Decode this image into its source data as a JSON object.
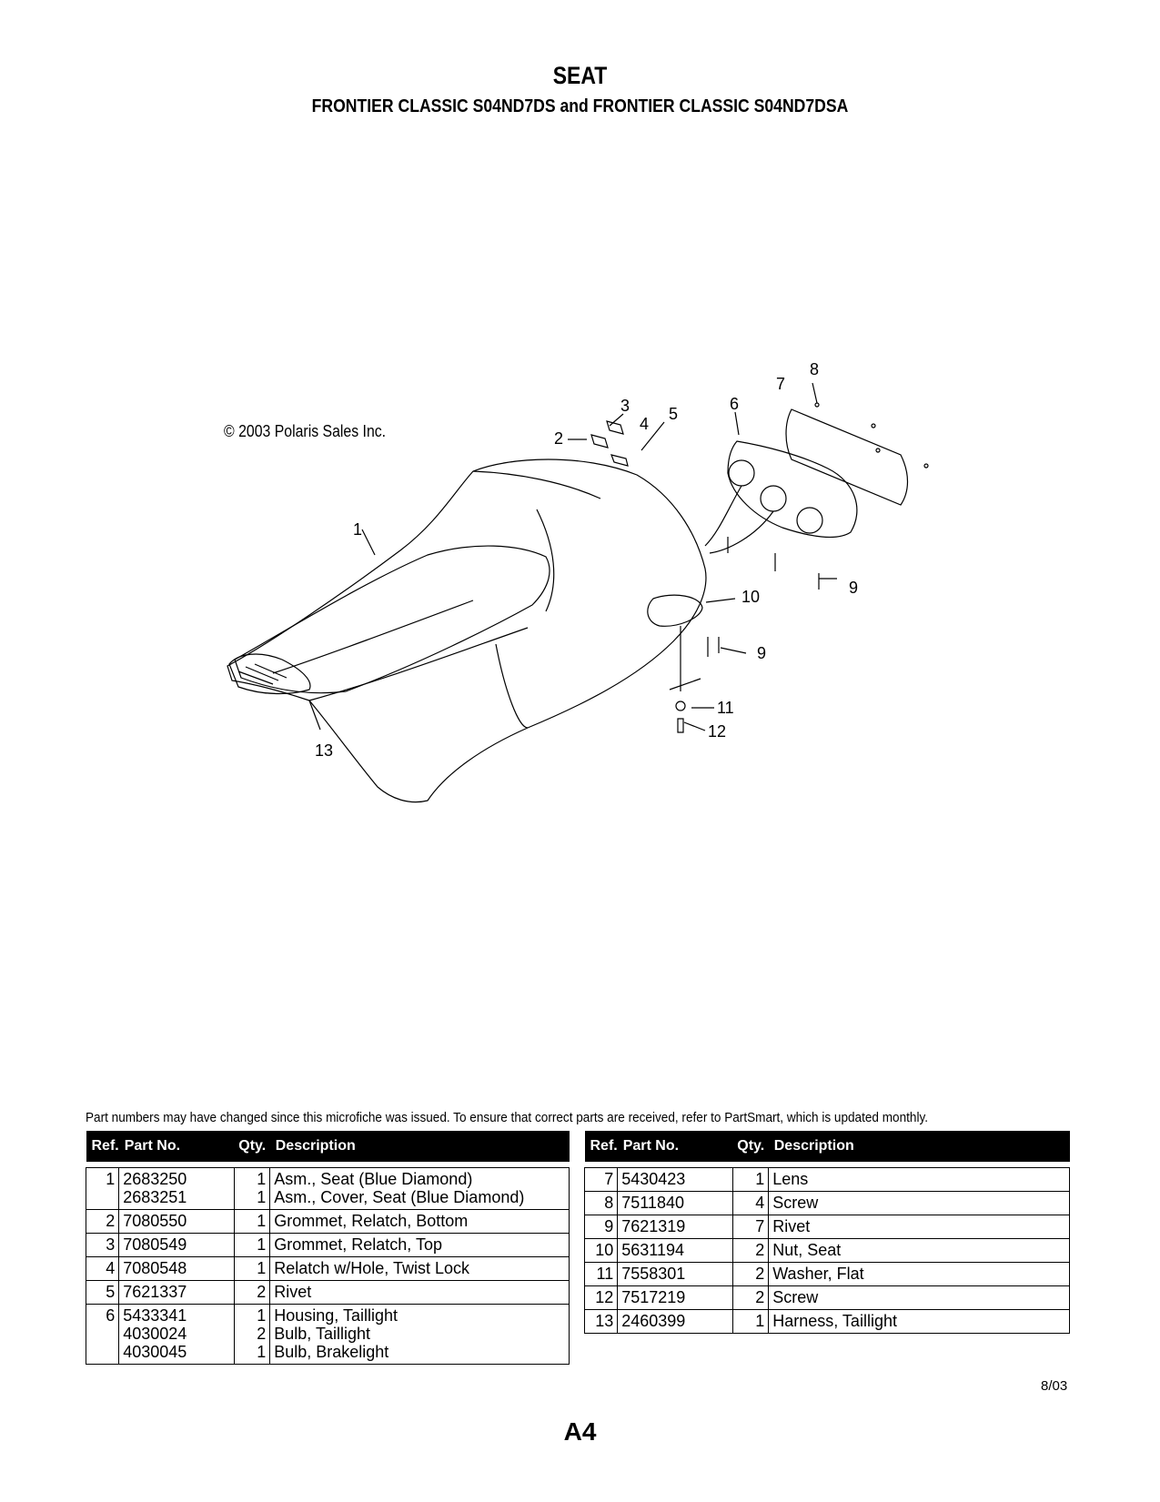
{
  "header": {
    "title": "SEAT",
    "subtitle": "FRONTIER CLASSIC S04ND7DS and FRONTIER CLASSIC S04ND7DSA"
  },
  "diagram": {
    "copyright": "© 2003 Polaris Sales Inc.",
    "callouts": [
      "1",
      "2",
      "3",
      "4",
      "5",
      "6",
      "7",
      "8",
      "9",
      "9",
      "10",
      "11",
      "12",
      "13"
    ]
  },
  "notice": "Part numbers may have changed since this microfiche was issued.  To ensure that correct parts are received, refer to PartSmart, which is updated monthly.",
  "table_headers": {
    "ref": "Ref.",
    "part_no": "Part No.",
    "qty": "Qty.",
    "description": "Description"
  },
  "left_table": [
    {
      "ref": "1",
      "lines": [
        {
          "part_no": "2683250",
          "qty": "1",
          "description": "Asm., Seat (Blue Diamond)"
        },
        {
          "part_no": "2683251",
          "qty": "1",
          "description": "Asm., Cover, Seat (Blue Diamond)"
        }
      ]
    },
    {
      "ref": "2",
      "lines": [
        {
          "part_no": "7080550",
          "qty": "1",
          "description": "Grommet, Relatch, Bottom"
        }
      ]
    },
    {
      "ref": "3",
      "lines": [
        {
          "part_no": "7080549",
          "qty": "1",
          "description": "Grommet, Relatch, Top"
        }
      ]
    },
    {
      "ref": "4",
      "lines": [
        {
          "part_no": "7080548",
          "qty": "1",
          "description": "Relatch w/Hole, Twist Lock"
        }
      ]
    },
    {
      "ref": "5",
      "lines": [
        {
          "part_no": "7621337",
          "qty": "2",
          "description": "Rivet"
        }
      ]
    },
    {
      "ref": "6",
      "lines": [
        {
          "part_no": "5433341",
          "qty": "1",
          "description": "Housing, Taillight"
        },
        {
          "part_no": "4030024",
          "qty": "2",
          "description": "Bulb, Taillight"
        },
        {
          "part_no": "4030045",
          "qty": "1",
          "description": "Bulb, Brakelight"
        }
      ]
    }
  ],
  "right_table": [
    {
      "ref": "7",
      "lines": [
        {
          "part_no": "5430423",
          "qty": "1",
          "description": "Lens"
        }
      ]
    },
    {
      "ref": "8",
      "lines": [
        {
          "part_no": "7511840",
          "qty": "4",
          "description": "Screw"
        }
      ]
    },
    {
      "ref": "9",
      "lines": [
        {
          "part_no": "7621319",
          "qty": "7",
          "description": "Rivet"
        }
      ]
    },
    {
      "ref": "10",
      "lines": [
        {
          "part_no": "5631194",
          "qty": "2",
          "description": "Nut, Seat"
        }
      ]
    },
    {
      "ref": "11",
      "lines": [
        {
          "part_no": "7558301",
          "qty": "2",
          "description": "Washer, Flat"
        }
      ]
    },
    {
      "ref": "12",
      "lines": [
        {
          "part_no": "7517219",
          "qty": "2",
          "description": "Screw"
        }
      ]
    },
    {
      "ref": "13",
      "lines": [
        {
          "part_no": "2460399",
          "qty": "1",
          "description": "Harness, Taillight"
        }
      ]
    }
  ],
  "footer": {
    "date_code": "8/03",
    "page_number": "A4"
  }
}
